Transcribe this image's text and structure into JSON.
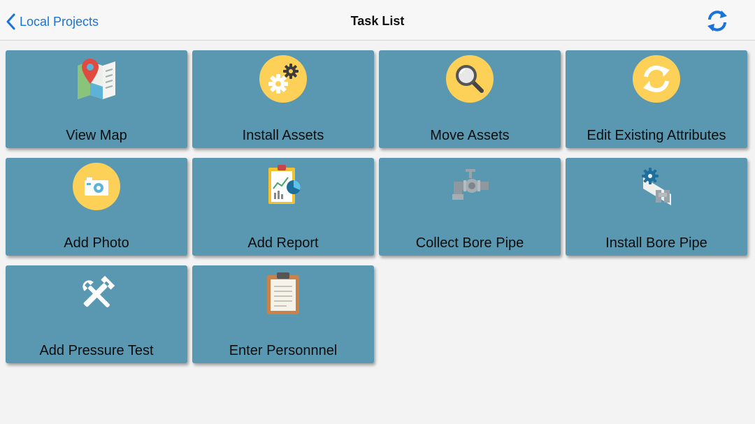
{
  "navbar": {
    "back_label": "Local Projects",
    "title": "Task List"
  },
  "tasks": [
    {
      "label": "View Map",
      "icon": "map-pin-icon"
    },
    {
      "label": "Install Assets",
      "icon": "gears-icon"
    },
    {
      "label": "Move Assets",
      "icon": "magnifier-icon"
    },
    {
      "label": "Edit Existing Attributes",
      "icon": "sync-arrows-icon"
    },
    {
      "label": "Add Photo",
      "icon": "camera-icon"
    },
    {
      "label": "Add Report",
      "icon": "report-clipboard-icon"
    },
    {
      "label": "Collect Bore Pipe",
      "icon": "pipe-valve-icon"
    },
    {
      "label": "Install Bore Pipe",
      "icon": "bore-pipe-install-icon"
    },
    {
      "label": "Add Pressure Test",
      "icon": "tools-icon"
    },
    {
      "label": "Enter Personnnel",
      "icon": "clipboard-icon"
    }
  ],
  "colors": {
    "accent": "#1a73d9",
    "tile": "#5a98b2",
    "badge_yellow": "#fdd058",
    "background": "#f3f3f3"
  }
}
